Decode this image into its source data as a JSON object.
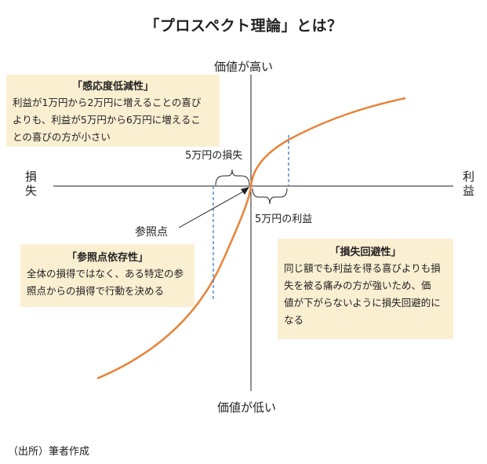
{
  "title": "「プロスペクト理論」とは？",
  "axes": {
    "top": "価値が高い",
    "bottom": "価値が低い",
    "left": "損失",
    "right": "利益"
  },
  "annotations": {
    "loss_5": "5万円の損失",
    "gain_5": "5万円の利益",
    "reference_point": "参照点"
  },
  "boxes": {
    "sensitivity": {
      "title": "「感応度低減性」",
      "lines": [
        "利益が1万円から2万円に増えることの喜び",
        "よりも、利益が5万円から6万円に増えるこ",
        "との喜びの方が小さい"
      ]
    },
    "reference": {
      "title": "「参照点依存性」",
      "lines": [
        "全体の損得ではなく、ある特定の参",
        "照点からの損得で行動を決める"
      ]
    },
    "loss_aversion": {
      "title": "「損失回避性」",
      "lines": [
        "同じ額でも利益を得る喜びよりも損",
        "失を被る痛みの方が強いため、価",
        "値が下がらないように損失回避的に",
        "なる"
      ]
    }
  },
  "source": "（出所）筆者作成",
  "colors": {
    "curve": "#e8833a",
    "dashed": "#3b7cc4",
    "box_bg": "#fbefd2"
  }
}
